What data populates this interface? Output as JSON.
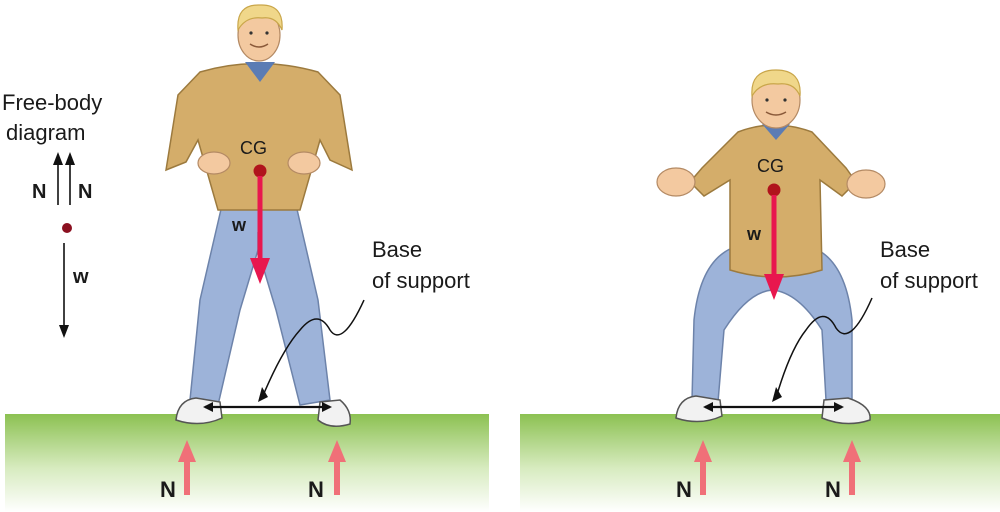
{
  "free_body": {
    "title_line1": "Free-body",
    "title_line2": "diagram",
    "n_left": "N",
    "n_right": "N",
    "w": "w"
  },
  "left_figure": {
    "cg": "CG",
    "w": "w",
    "base_line1": "Base",
    "base_line2": "of support",
    "n_left": "N",
    "n_right": "N"
  },
  "right_figure": {
    "cg": "CG",
    "w": "w",
    "base_line1": "Base",
    "base_line2": "of support",
    "n_left": "N",
    "n_right": "N"
  },
  "colors": {
    "ground_top": "#8cc152",
    "ground_bottom": "#ffffff",
    "shirt": "#d4ad6a",
    "pants": "#9db3d9",
    "skin": "#f3c9a0",
    "hair": "#f0d78a",
    "weight_arrow": "#e8174e",
    "normal_arrow": "#f07078",
    "cg_dot": "#b0141c"
  }
}
